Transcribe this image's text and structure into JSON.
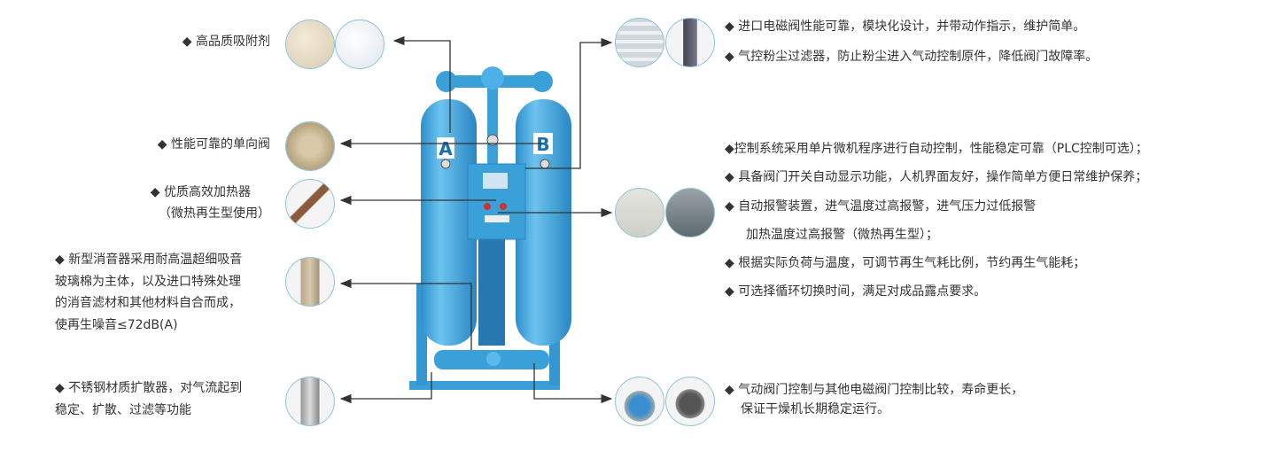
{
  "left_features": [
    {
      "lines": [
        "◆ 高品质吸附剂"
      ],
      "icon": "adsorbent-beads"
    },
    {
      "lines": [
        "◆ 性能可靠的单向阀"
      ],
      "icon": "check-valve"
    },
    {
      "lines": [
        "◆ 优质高效加热器",
        "（微热再生型使用）"
      ],
      "icon": "heater"
    },
    {
      "lines": [
        "◆ 新型消音器采用耐高温超细吸音",
        "玻璃棉为主体，以及进口特殊处理",
        "的消音滤材和其他材料自合而成，",
        "使再生噪音≤72dB(A)"
      ],
      "icon": "muffler"
    },
    {
      "lines": [
        "◆ 不锈钢材质扩散器，对气流起到",
        "稳定、扩散、过滤等功能"
      ],
      "icon": "diffuser"
    }
  ],
  "right_features": [
    {
      "lines": [
        "◆ 进口电磁阀性能可靠，模块化设计，并带动作指示，维护简单。",
        "◆ 气控粉尘过滤器，防止粉尘进入气动控制原件，降低阀门故障率。"
      ],
      "icons": [
        "solenoid-valves",
        "air-filter"
      ]
    },
    {
      "lines": [
        "◆控制系统采用单片微机程序进行自动控制，性能稳定可靠（PLC控制可选）；",
        "◆ 具备阀门开关自动显示功能，人机界面友好，操作简单方便日常维护保养；",
        "◆ 自动报警装置，进气温度过高报警，进气压力过低报警",
        "加热温度过高报警（微热再生型）；",
        "◆ 根据实际负荷与温度，可调节再生气耗比例，节约再生气能耗；",
        "◆ 可选择循环切换时间，满足对成品露点要求。"
      ],
      "icons": [
        "control-panel-inside",
        "control-panel-open"
      ]
    },
    {
      "lines": [
        "◆ 气动阀门控制与其他电磁阀门控制比较，寿命更长，",
        "保证干燥机长期稳定运行。"
      ],
      "icons": [
        "pneumatic-valve",
        "butterfly-valve"
      ]
    }
  ],
  "machine": {
    "tower_a": "A",
    "tower_b": "B"
  },
  "colors": {
    "machine": "#3aa0d8",
    "line": "#333333",
    "circle_border": "#8fc4dc"
  }
}
